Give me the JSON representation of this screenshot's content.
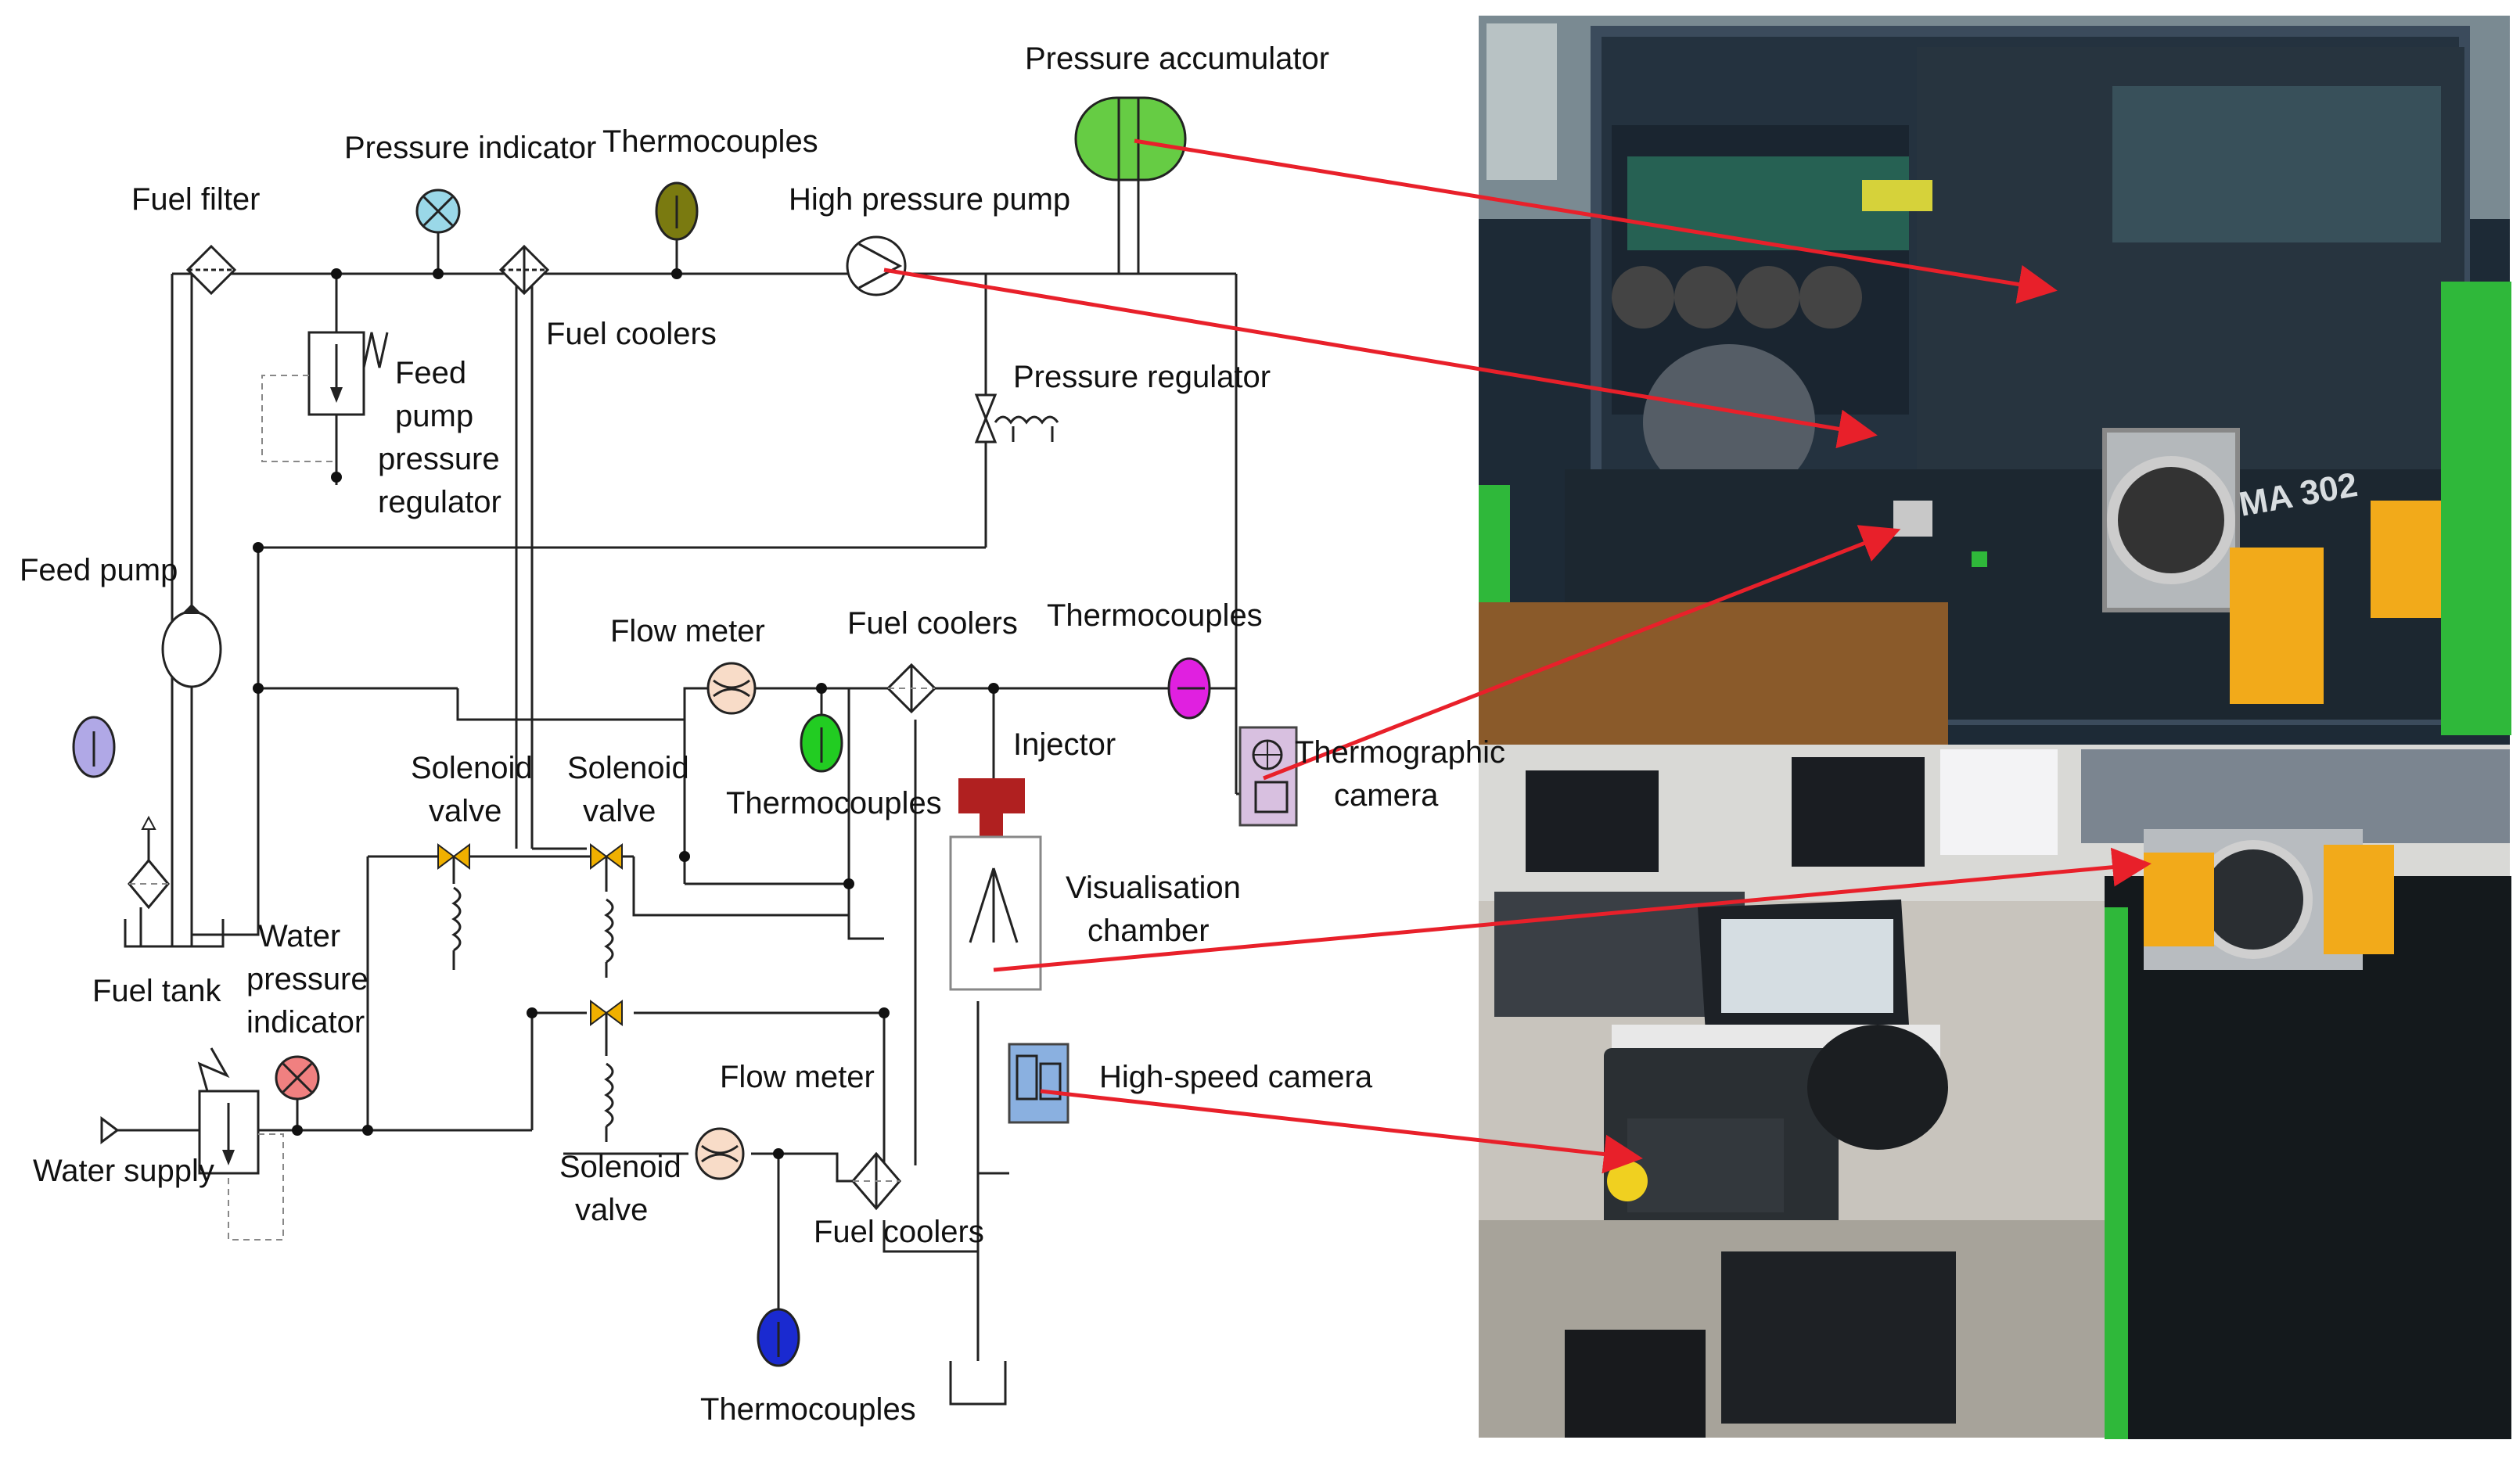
{
  "labels": {
    "pressure_accumulator": "Pressure accumulator",
    "pressure_indicator": "Pressure indicator",
    "thermocouples_top": "Thermocouples",
    "fuel_filter": "Fuel filter",
    "high_pressure_pump": "High pressure pump",
    "fuel_coolers_top": "Fuel coolers",
    "feed_pump_regulator": [
      "Feed",
      "pump",
      "pressure",
      "regulator"
    ],
    "pressure_regulator": "Pressure regulator",
    "feed_pump": "Feed pump",
    "flow_meter_mid": "Flow meter",
    "fuel_coolers_mid": "Fuel coolers",
    "thermocouples_right": "Thermocouples",
    "injector": "Injector",
    "solenoid_valve_1": [
      "Solenoid",
      "valve"
    ],
    "solenoid_valve_2": [
      "Solenoid",
      "valve"
    ],
    "thermocouples_mid": "Thermocouples",
    "thermographic_camera": [
      "Thermographic",
      "camera"
    ],
    "visualisation_chamber": [
      "Visualisation",
      "chamber"
    ],
    "water_pressure_indicator": [
      "Water",
      "pressure",
      "indicator"
    ],
    "fuel_tank": "Fuel tank",
    "high_speed_camera": "High-speed camera",
    "flow_meter_low": "Flow meter",
    "solenoid_valve_3": [
      "Solenoid",
      "valve"
    ],
    "water_supply": "Water supply",
    "fuel_coolers_low": "Fuel coolers",
    "thermocouples_bottom": "Thermocouples"
  },
  "photo_text": {
    "machine_badge": "MA 302"
  },
  "colors": {
    "pressure_accumulator": "#66cc44",
    "pressure_indicator": "#9ad8e8",
    "thermocouple_olive": "#7a7a10",
    "thermocouple_purple": "#b0a8e6",
    "thermocouple_magenta": "#e020e0",
    "thermocouple_green": "#22cc22",
    "thermocouple_blue": "#1a2ad0",
    "flow_meter": "#f8dcc8",
    "water_pressure_indicator": "#f08080",
    "solenoid_valve": "#f0b000",
    "injector": "#b02020",
    "camera_box_purple": "#d8c0e0",
    "camera_box_blue": "#8ab0e0",
    "arrow": "#e8202a"
  }
}
